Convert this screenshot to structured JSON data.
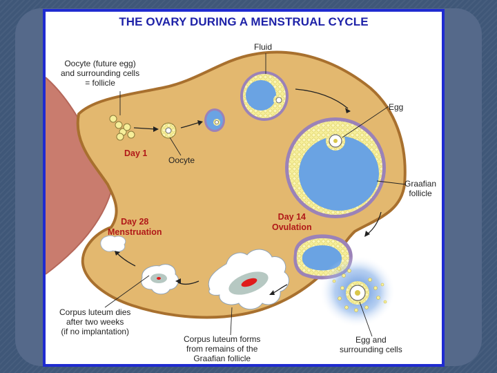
{
  "title": "THE OVARY DURING A MENSTRUAL CYCLE",
  "labels": {
    "oocyte_follicle": [
      "Oocyte (future egg)",
      "and surrounding cells",
      "= follicle"
    ],
    "fluid": "Fluid",
    "egg": "Egg",
    "graafian": [
      "Graafian",
      "follicle"
    ],
    "oocyte": "Oocyte",
    "egg_surrounding": [
      "Egg and",
      "surrounding cells"
    ],
    "corpus_dies": [
      "Corpus luteum dies",
      "after two weeks",
      "(if no implantation)"
    ],
    "corpus_forms": [
      "Corpus luteum forms",
      "from remains of the",
      "Graafian follicle"
    ]
  },
  "days": {
    "day1": "Day 1",
    "day14": [
      "Day 14",
      "Ovulation"
    ],
    "day28": [
      "Day 28",
      "Menstruation"
    ]
  },
  "colors": {
    "ovary_fill": "#e3b86f",
    "ovary_border": "#a8702e",
    "follicle_cells": "#f2ea8a",
    "fluid": "#6aa3e3",
    "follicle_rim": "#9b82b8",
    "day_text": "#b01818",
    "title_text": "#1e22a8",
    "frame_border": "#1f2bd0",
    "uterine_tube": "#c97c6e"
  }
}
